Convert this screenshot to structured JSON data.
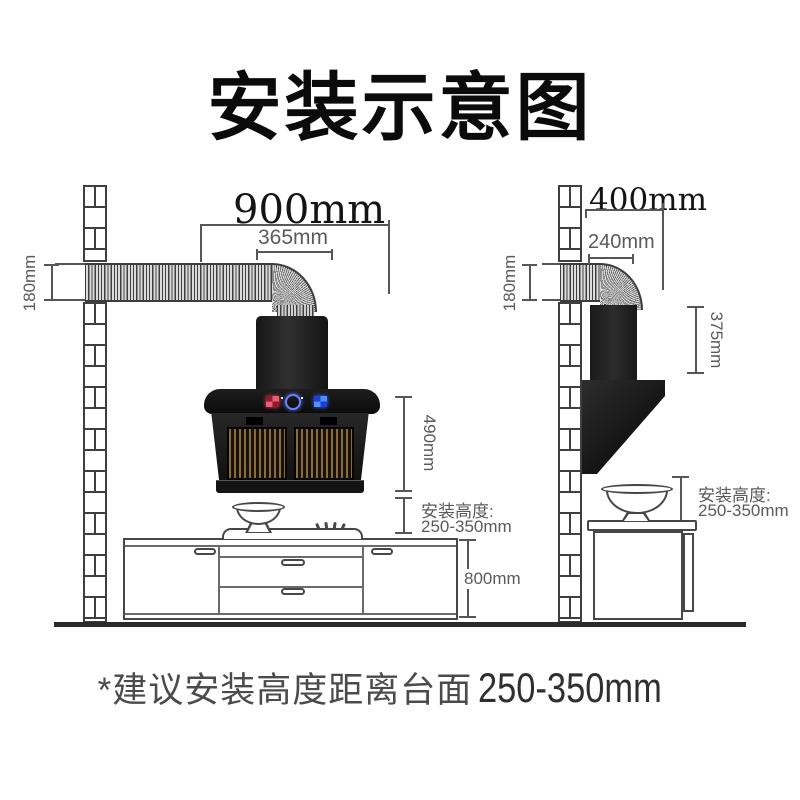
{
  "title": "安装示意图",
  "footnote": {
    "note": "*建议安装高度距离台面",
    "range": "250-350mm"
  },
  "left_view": {
    "dim_width": "900mm",
    "dim_duct": "365mm",
    "dim_duct_height": "180mm",
    "dim_hood_height": "490mm",
    "install_label": "安装高度:",
    "install_range": "250-350mm",
    "dim_cabinet_height": "800mm"
  },
  "right_view": {
    "dim_width": "400mm",
    "dim_duct": "240mm",
    "dim_duct_height": "180mm",
    "dim_hood_depth": "375mm",
    "install_label": "安装高度:",
    "install_range": "250-350mm"
  },
  "colors": {
    "line": "#474747",
    "dim_text": "#5a5a5a",
    "hood_black": "#161616",
    "filter_gold": "#8a6c3c",
    "display_red": "#ef5b72",
    "display_blue": "#4f92ff"
  }
}
